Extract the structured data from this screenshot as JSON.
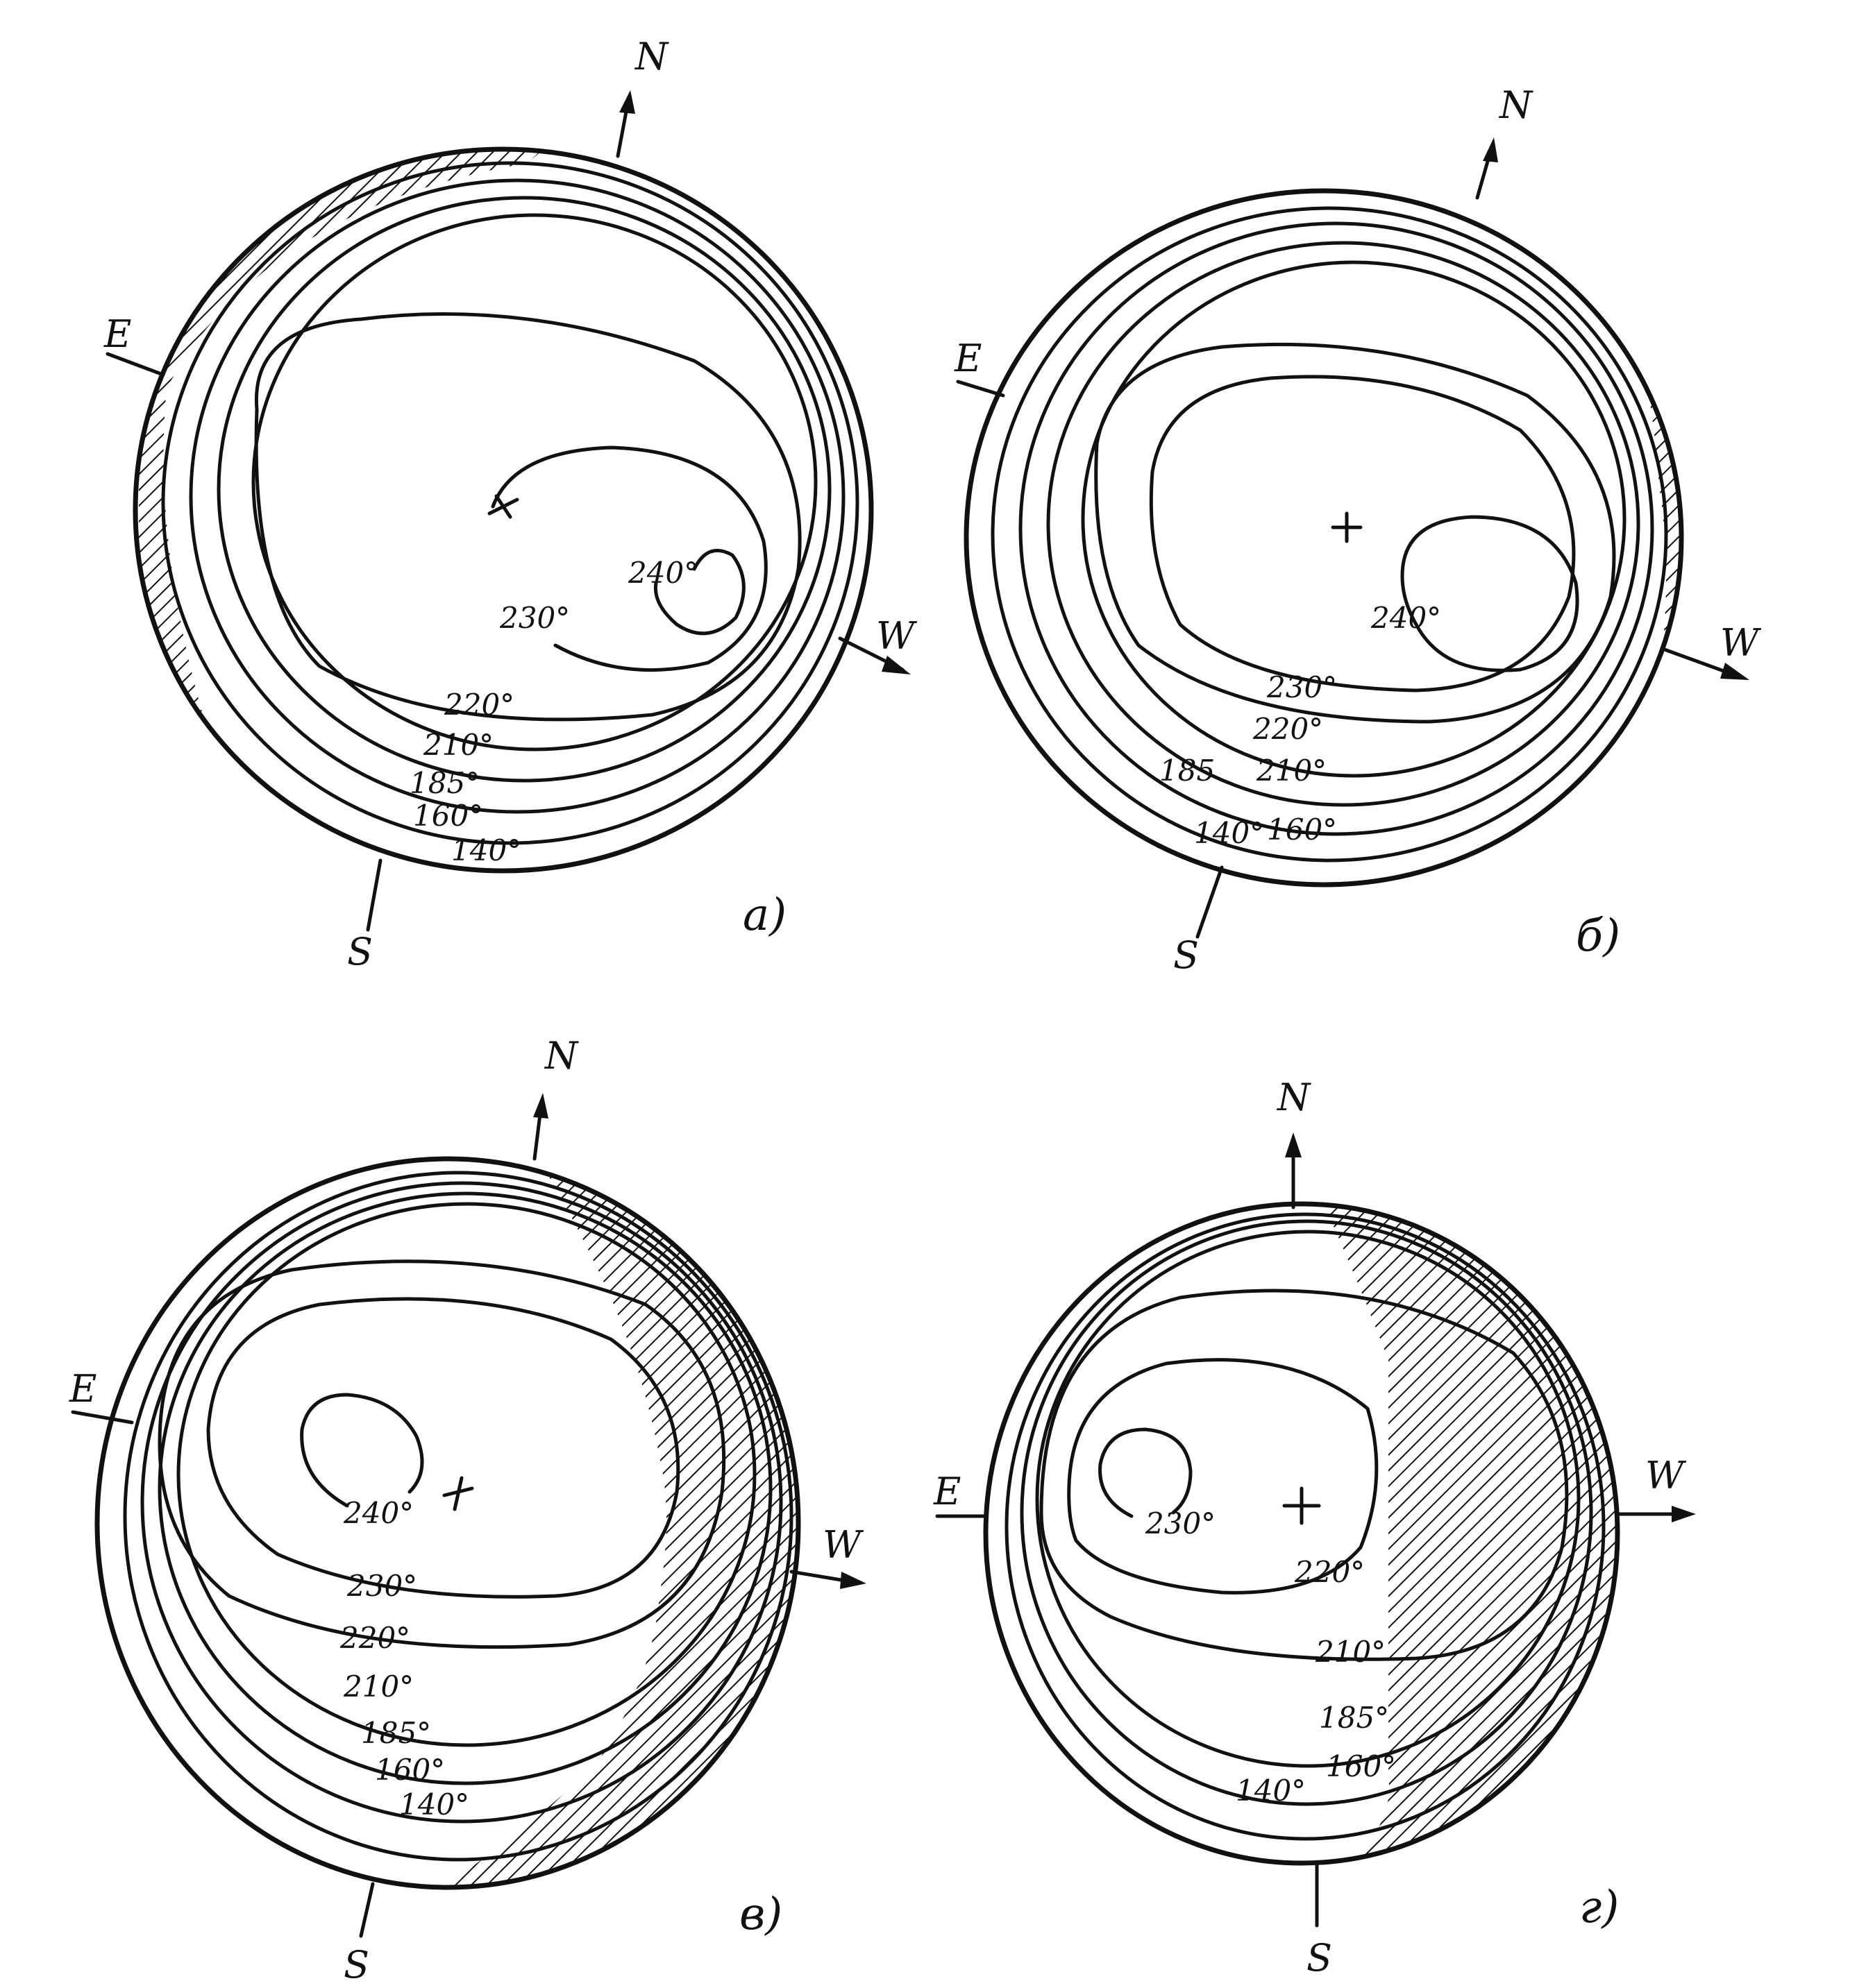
{
  "panels": [
    {
      "id": "a",
      "panel_label": "a)",
      "directions": {
        "north": "N",
        "south": "S",
        "east": "E",
        "west": "W"
      },
      "isotherm_labels": [
        "240°",
        "230°",
        "220°",
        "210°",
        "185°",
        "160°",
        "140°"
      ],
      "shading": "thin crescent along north-east limb"
    },
    {
      "id": "b",
      "panel_label": "б)",
      "directions": {
        "north": "N",
        "south": "S",
        "east": "E",
        "west": "W"
      },
      "isotherm_labels": [
        "240°",
        "230°",
        "220°",
        "210°",
        "185",
        "160°",
        "140°"
      ],
      "shading": "thin crescent along west limb"
    },
    {
      "id": "c",
      "panel_label": "в)",
      "directions": {
        "north": "N",
        "south": "S",
        "east": "E",
        "west": "W"
      },
      "isotherm_labels": [
        "240°",
        "230°",
        "220°",
        "210°",
        "185°",
        "160°",
        "140°"
      ],
      "shading": "western sector hatched"
    },
    {
      "id": "d",
      "panel_label": "г)",
      "directions": {
        "north": "N",
        "south": "S",
        "east": "E",
        "west": "W"
      },
      "isotherm_labels": [
        "230°",
        "220°",
        "210°",
        "185°",
        "160°",
        "140°"
      ],
      "shading": "western half hatched"
    }
  ],
  "colors": {
    "ink": "#111111",
    "paper": "#ffffff"
  }
}
